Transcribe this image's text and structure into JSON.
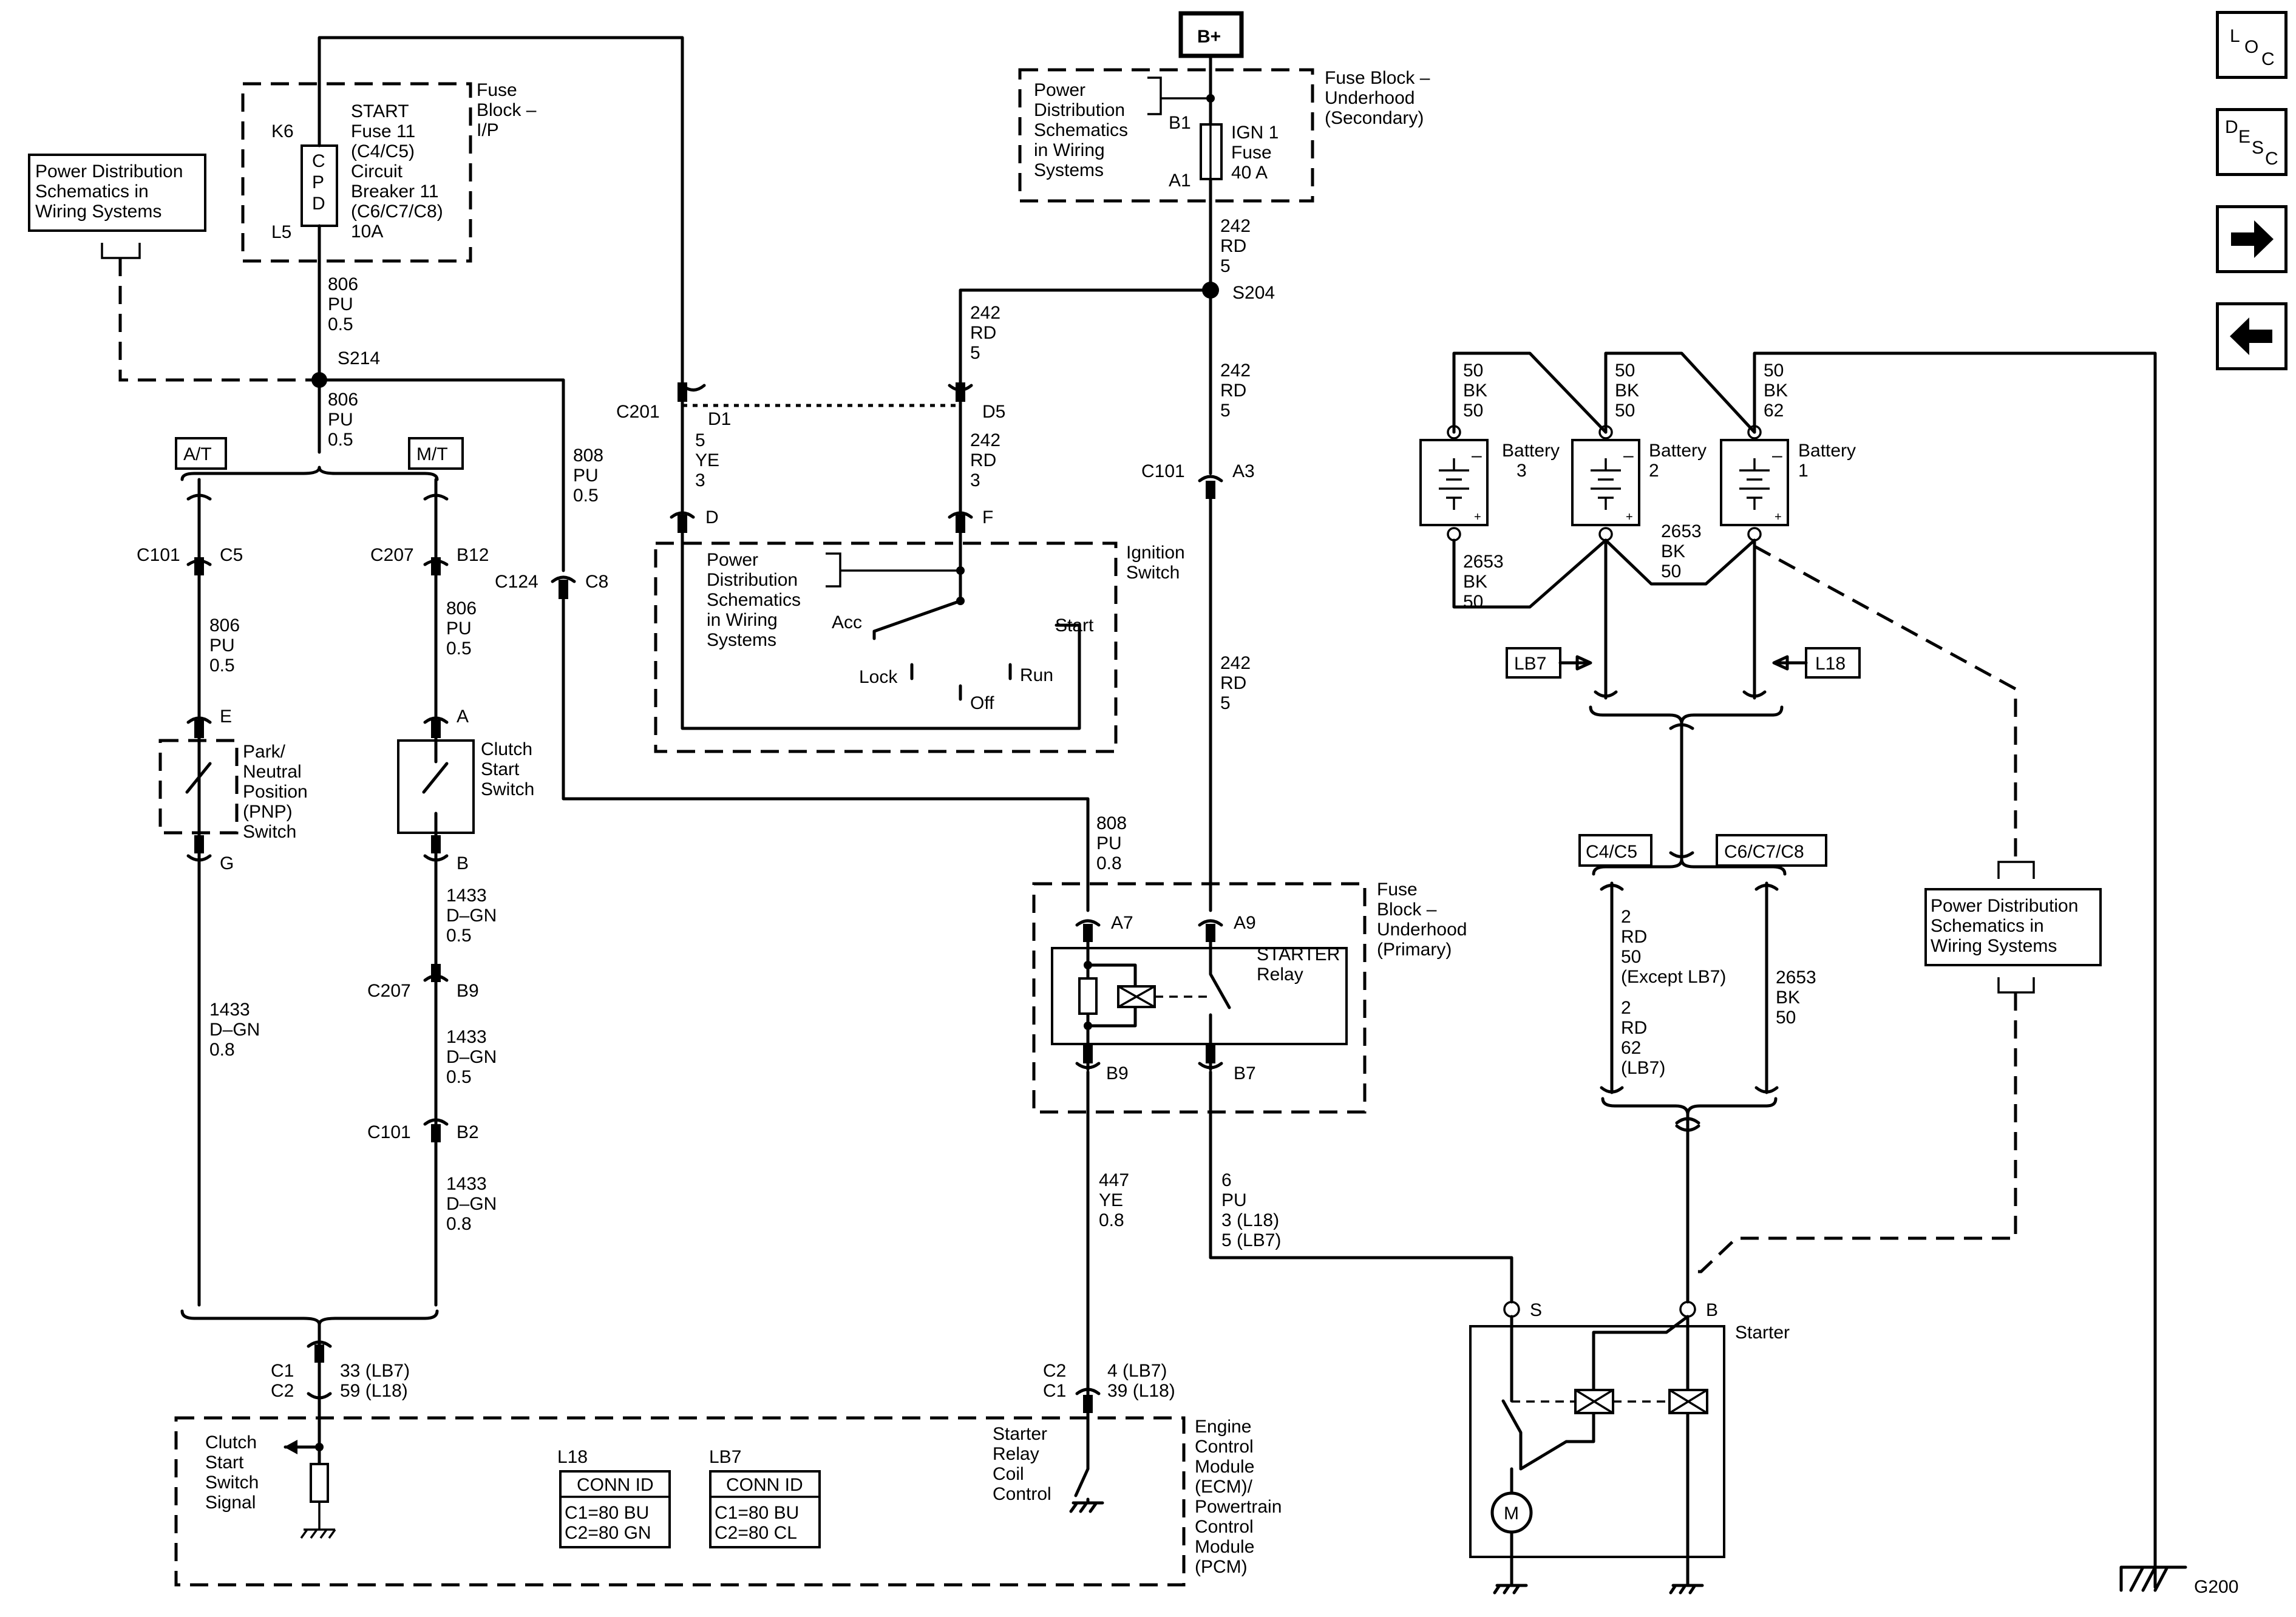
{
  "nav": {
    "loc": [
      "L",
      "O",
      "C"
    ],
    "desc": [
      "D",
      "E",
      "S",
      "C"
    ]
  },
  "labels": {
    "bplus": "B+",
    "pd": [
      "Power Distribution",
      "Schematics in",
      "Wiring  Systems"
    ],
    "pd2": [
      "Power",
      "Distribution",
      "Schematics",
      "in Wiring",
      "Systems"
    ],
    "fuseIP": [
      "Fuse",
      "Block –",
      "I/P"
    ],
    "start": [
      "START",
      "Fuse 11",
      "(C4/C5)",
      "Circuit",
      "Breaker 11",
      "(C6/C7/C8)",
      "10A"
    ],
    "cpd": [
      "C",
      "P",
      "D"
    ],
    "k6": "K6",
    "l5": "L5",
    "s214": "S214",
    "s204": "S204",
    "w806a": [
      "806",
      "PU",
      "0.5"
    ],
    "w806b": [
      "806",
      "PU",
      "0.5"
    ],
    "w806c": [
      "806",
      "PU",
      "0.5"
    ],
    "w806d": [
      "806",
      "PU",
      "0.5"
    ],
    "at": "A/T",
    "mt": "M/T",
    "c101": "C101",
    "c5": "C5",
    "c207": "C207",
    "b12": "B12",
    "c124": "C124",
    "c8": "C8",
    "w808a": [
      "808",
      "PU",
      "0.5"
    ],
    "w808b": [
      "808",
      "PU",
      "0.8"
    ],
    "e": "E",
    "g": "G",
    "a": "A",
    "b": "B",
    "pnp": [
      "Park/",
      "Neutral",
      "Position",
      "(PNP)",
      "Switch"
    ],
    "clutch": [
      "Clutch",
      "Start",
      "Switch"
    ],
    "w1433a": [
      "1433",
      "D–GN",
      "0.8"
    ],
    "w1433b": [
      "1433",
      "D–GN",
      "0.5"
    ],
    "w1433c": [
      "1433",
      "D–GN",
      "0.5"
    ],
    "w1433d": [
      "1433",
      "D–GN",
      "0.8"
    ],
    "b9": "B9",
    "b2": "B2",
    "c201": "C201",
    "d1": "D1",
    "d5": "D5",
    "d": "D",
    "f": "F",
    "w5ye": [
      "5",
      "YE",
      "3"
    ],
    "w242a": [
      "242",
      "RD",
      "5"
    ],
    "w242b": [
      "242",
      "RD",
      "3"
    ],
    "w242c": [
      "242",
      "RD",
      "5"
    ],
    "w242d": [
      "242",
      "RD",
      "5"
    ],
    "w242e": [
      "242",
      "RD",
      "5"
    ],
    "ign": [
      "Ignition",
      "Switch"
    ],
    "acc": "Acc",
    "lock": "Lock",
    "off": "Off",
    "run": "Run",
    "startPos": "Start",
    "fuseUHsec": [
      "Fuse Block –",
      "Underhood",
      "(Secondary)"
    ],
    "b1": "B1",
    "a1": "A1",
    "ignFuse": [
      "IGN 1",
      "Fuse",
      "40 A"
    ],
    "a3": "A3",
    "fuseUHpri": [
      "Fuse",
      "Block –",
      "Underhood",
      "(Primary)"
    ],
    "a7": "A7",
    "a9": "A9",
    "b7": "B7",
    "starterRelay": [
      "STARTER",
      "Relay"
    ],
    "w447": [
      "447",
      "YE",
      "0.8"
    ],
    "w6pu": [
      "6",
      "PU",
      "3  (L18)",
      "5  (LB7)"
    ],
    "c1": "C1",
    "c2": "C2",
    "pin33": [
      "33 (LB7)",
      "59 (L18)"
    ],
    "pin4": [
      "4 (LB7)",
      "39 (L18)"
    ],
    "ecm": [
      "Engine",
      "Control",
      "Module",
      "(ECM)/",
      "Powertrain",
      "Control",
      "Module",
      "(PCM)"
    ],
    "clutchSignal": [
      "Clutch",
      "Start",
      "Switch",
      "Signal"
    ],
    "relayCoil": [
      "Starter",
      "Relay",
      "Coil",
      "Control"
    ],
    "l18": "L18",
    "lb7": "LB7",
    "connId": "CONN ID",
    "l18c": [
      "C1=80 BU",
      "C2=80 GN"
    ],
    "lb7c": [
      "C1=80 BU",
      "C2=80 CL"
    ],
    "bat3": [
      "Battery",
      "3"
    ],
    "bat2": [
      "Battery",
      "2"
    ],
    "bat1": [
      "Battery",
      "1"
    ],
    "w50a": [
      "50",
      "BK",
      "50"
    ],
    "w50b": [
      "50",
      "BK",
      "50"
    ],
    "w50c": [
      "50",
      "BK",
      "62"
    ],
    "w2653a": [
      "2653",
      "BK",
      "50"
    ],
    "w2653b": [
      "2653",
      "BK",
      "50"
    ],
    "w2653c": [
      "2653",
      "BK",
      "50"
    ],
    "c4c5": "C4/C5",
    "c6c7c8": "C6/C7/C8",
    "w2rd": [
      "2",
      "RD",
      "50",
      "(Except LB7)",
      "2",
      "RD",
      "62",
      "(LB7)"
    ],
    "s": "S",
    "starter": "Starter",
    "m": "M",
    "g200": "G200",
    "minus": "–",
    "plus": "+"
  }
}
